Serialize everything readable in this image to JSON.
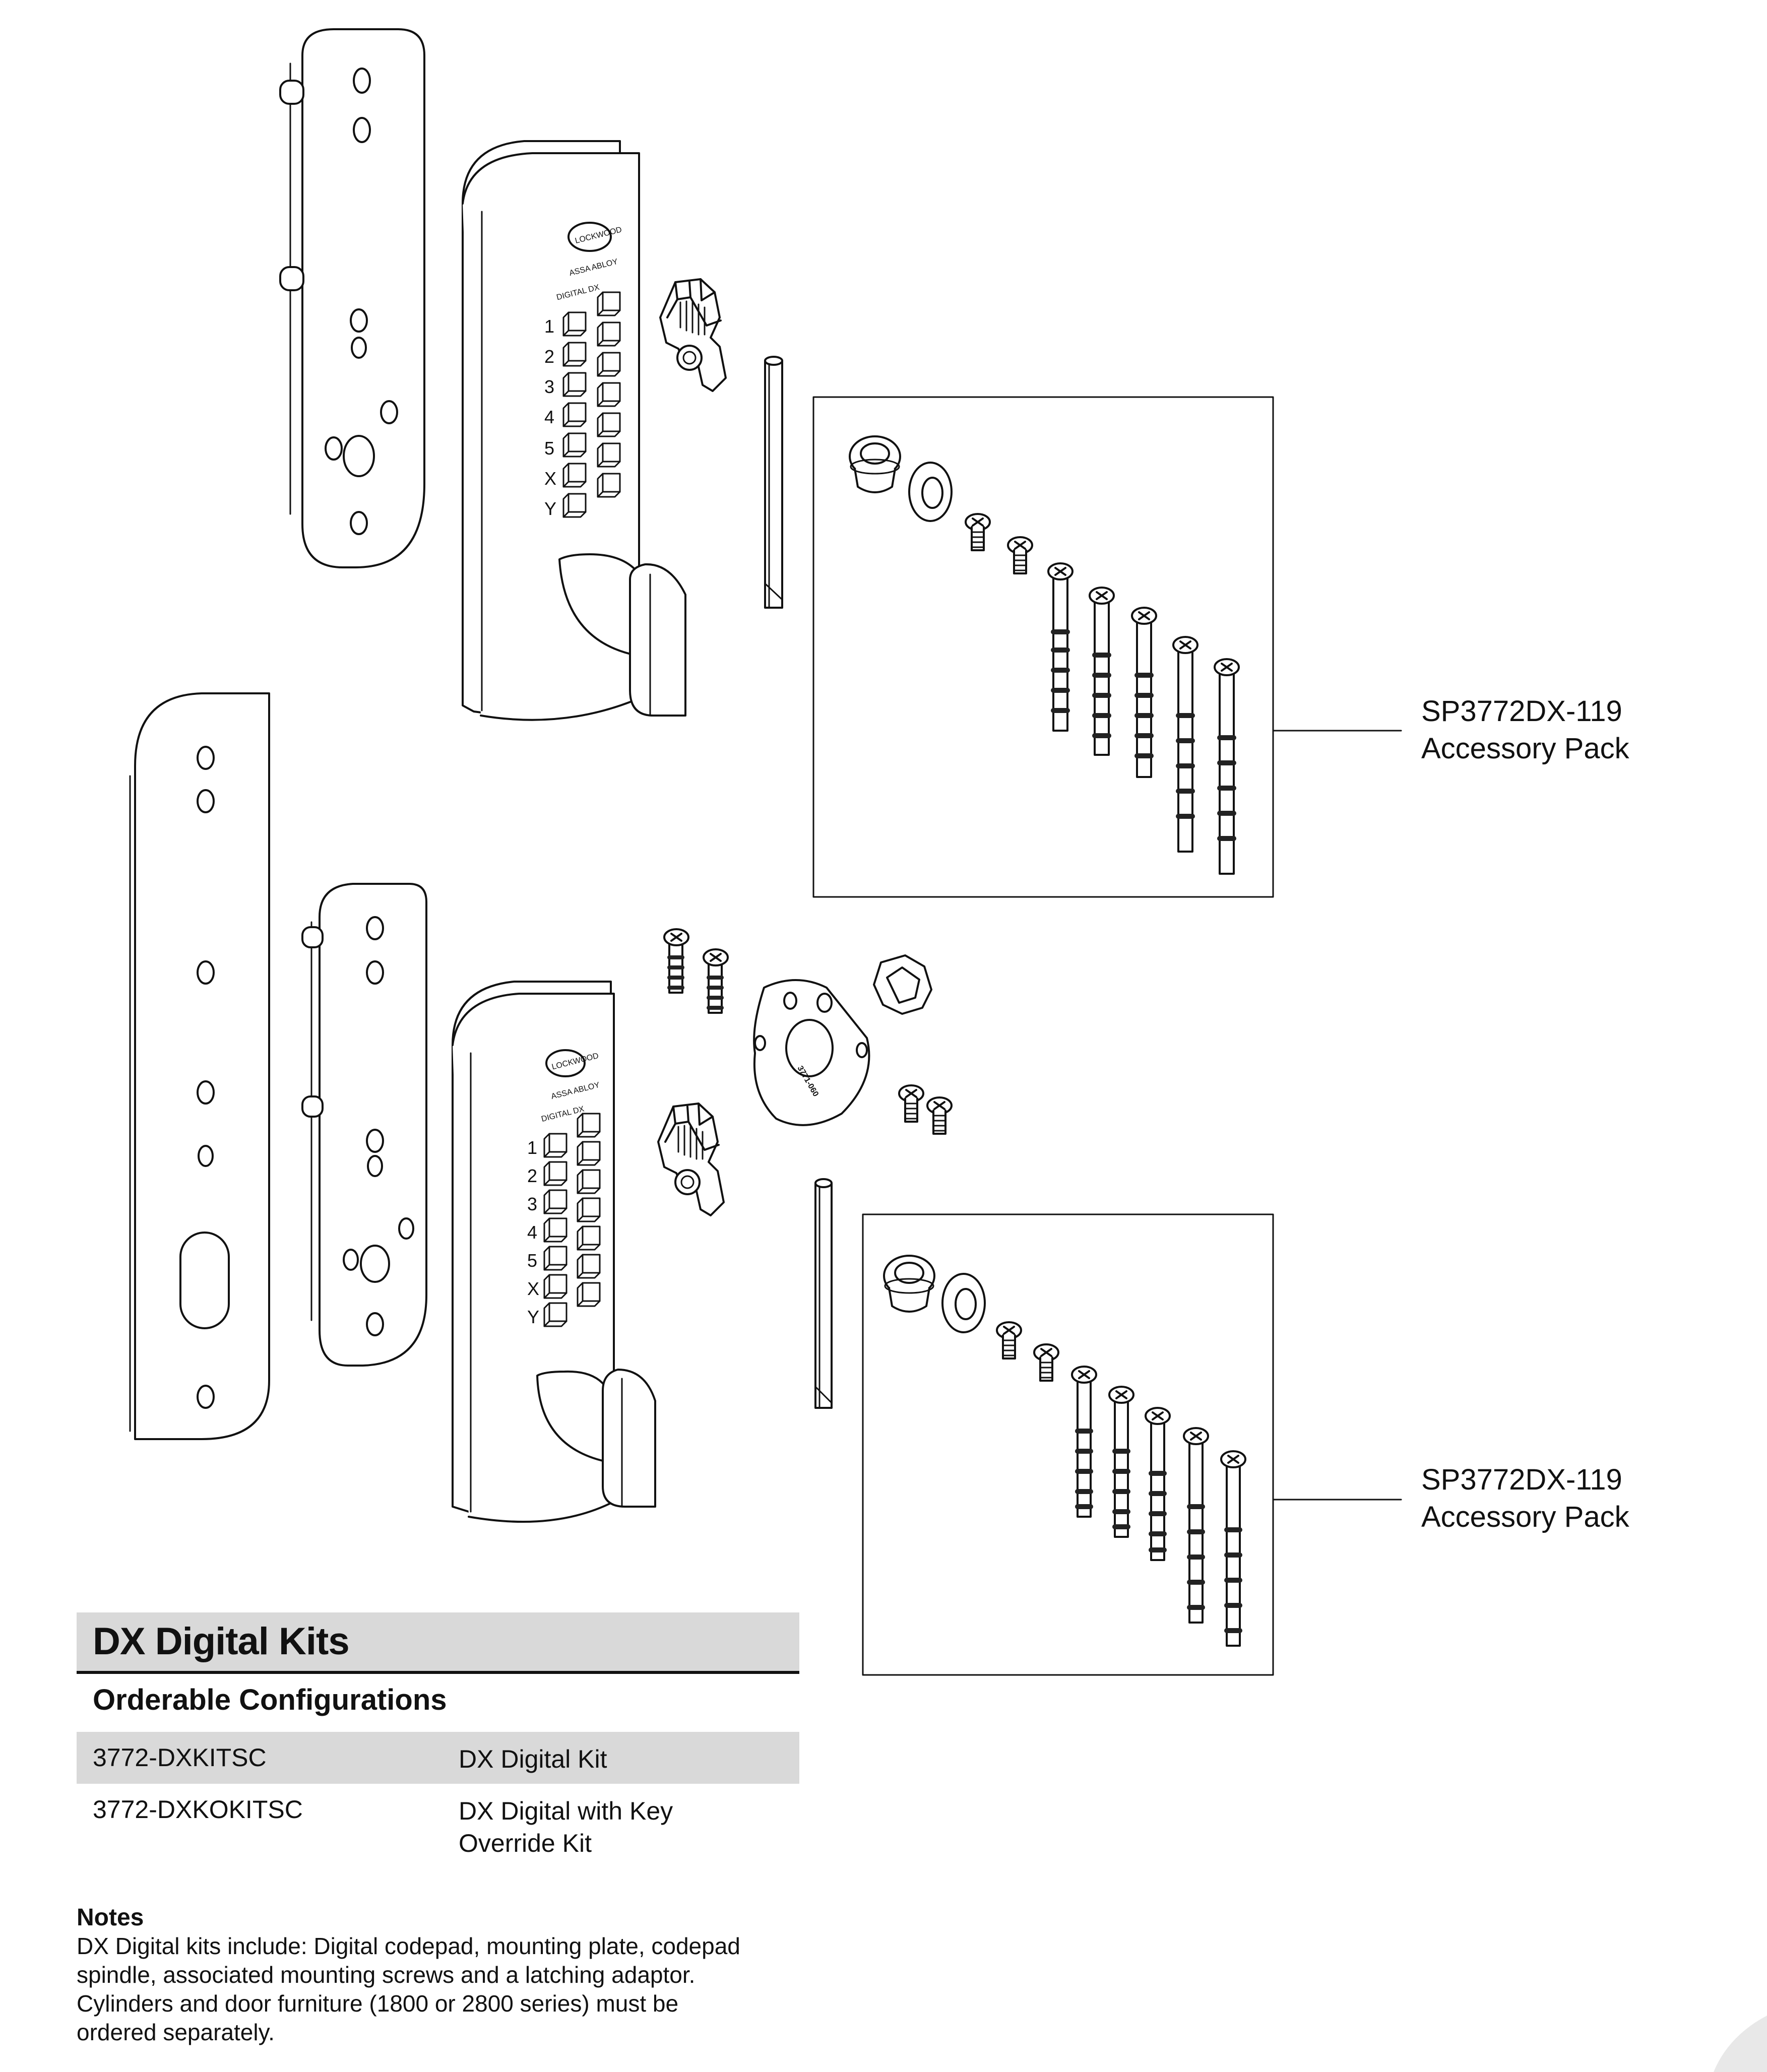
{
  "diagram": {
    "codepad_brand": "LOCKWOOD",
    "codepad_model_line1": "ASSA ABLOY",
    "codepad_model_line2": "DIGITAL DX",
    "key_labels": [
      "1",
      "2",
      "3",
      "4",
      "5",
      "X",
      "Y"
    ],
    "escutcheon_part_label": "3771-060",
    "accessory_packs": [
      {
        "part_number": "SP3772DX-119",
        "label": "Accessory Pack"
      },
      {
        "part_number": "SP3772DX-119",
        "label": "Accessory Pack"
      }
    ]
  },
  "kits": {
    "title": "DX Digital Kits",
    "subtitle": "Orderable Configurations",
    "rows": [
      {
        "code": "3772-DXKITSC",
        "description": "DX Digital Kit"
      },
      {
        "code": "3772-DXKOKITSC",
        "description": "DX Digital with Key Override Kit"
      }
    ]
  },
  "notes": {
    "heading": "Notes",
    "lines": [
      "DX Digital kits include: Digital codepad, mounting plate, codepad",
      "spindle, associated mounting screws and a latching adaptor.",
      "Cylinders and door furniture (1800 or 2800 series) must be",
      "ordered separately."
    ]
  },
  "colors": {
    "line": "#111111",
    "table_band": "#d9d9d9",
    "page_corner": "#e8e8e8"
  }
}
